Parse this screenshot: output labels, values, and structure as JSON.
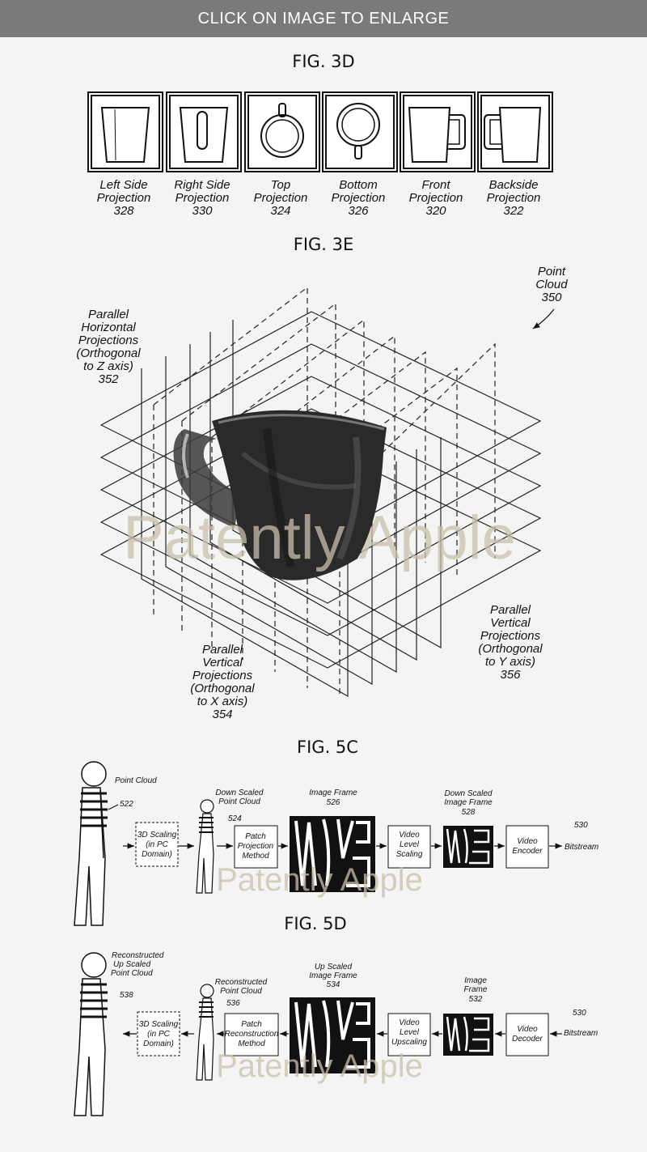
{
  "banner": {
    "text": "CLICK ON IMAGE TO ENLARGE"
  },
  "watermark": {
    "text": "Patently Apple"
  },
  "fig3d": {
    "title": "FIG. 3D",
    "panels": [
      {
        "l1": "Left Side",
        "l2": "Projection",
        "num": "328"
      },
      {
        "l1": "Right Side",
        "l2": "Projection",
        "num": "330"
      },
      {
        "l1": "Top",
        "l2": "Projection",
        "num": "324"
      },
      {
        "l1": "Bottom",
        "l2": "Projection",
        "num": "326"
      },
      {
        "l1": "Front",
        "l2": "Projection",
        "num": "320"
      },
      {
        "l1": "Backside",
        "l2": "Projection",
        "num": "322"
      }
    ]
  },
  "fig3e": {
    "title": "FIG. 3E",
    "point_cloud": {
      "l1": "Point",
      "l2": "Cloud",
      "num": "350"
    },
    "horizontal": {
      "l1": "Parallel",
      "l2": "Horizontal",
      "l3": "Projections",
      "l4": "(Orthogonal",
      "l5": "to Z axis)",
      "num": "352"
    },
    "vertical_x": {
      "l1": "Parallel",
      "l2": "Vertical",
      "l3": "Projections",
      "l4": "(Orthogonal",
      "l5": "to X axis)",
      "num": "354"
    },
    "vertical_y": {
      "l1": "Parallel",
      "l2": "Vertical",
      "l3": "Projections",
      "l4": "(Orthogonal",
      "l5": "to Y axis)",
      "num": "356"
    }
  },
  "fig5c": {
    "title": "FIG. 5C",
    "point_cloud": "Point Cloud",
    "num_pc": "522",
    "scaling_l1": "3D Scaling",
    "scaling_l2": "(in PC",
    "scaling_l3": "Domain)",
    "down_pc_l1": "Down Scaled",
    "down_pc_l2": "Point Cloud",
    "num_down_pc": "524",
    "patch_l1": "Patch",
    "patch_l2": "Projection",
    "patch_l3": "Method",
    "frame_label": "Image Frame",
    "num_frame": "526",
    "vls_l1": "Video",
    "vls_l2": "Level",
    "vls_l3": "Scaling",
    "down_frame_l1": "Down Scaled",
    "down_frame_l2": "Image Frame",
    "num_down_frame": "528",
    "enc_l1": "Video",
    "enc_l2": "Encoder",
    "num_bits": "530",
    "bitstream": "Bitstream"
  },
  "fig5d": {
    "title": "FIG. 5D",
    "rec_l1": "Reconstructed",
    "rec_l2": "Up Scaled",
    "rec_l3": "Point Cloud",
    "num_rec": "538",
    "scaling_l1": "3D Scaling",
    "scaling_l2": "(in PC",
    "scaling_l3": "Domain)",
    "rpc_l1": "Reconstructed",
    "rpc_l2": "Point Cloud",
    "num_rpc": "536",
    "patch_l1": "Patch",
    "patch_l2": "Reconstruction",
    "patch_l3": "Method",
    "up_frame_l1": "Up Scaled",
    "up_frame_l2": "Image Frame",
    "num_up_frame": "534",
    "vlu_l1": "Video",
    "vlu_l2": "Level",
    "vlu_l3": "Upscaling",
    "frame_l1": "Image",
    "frame_l2": "Frame",
    "num_frame": "532",
    "dec_l1": "Video",
    "dec_l2": "Decoder",
    "num_bits": "530",
    "bitstream": "Bitstream"
  }
}
